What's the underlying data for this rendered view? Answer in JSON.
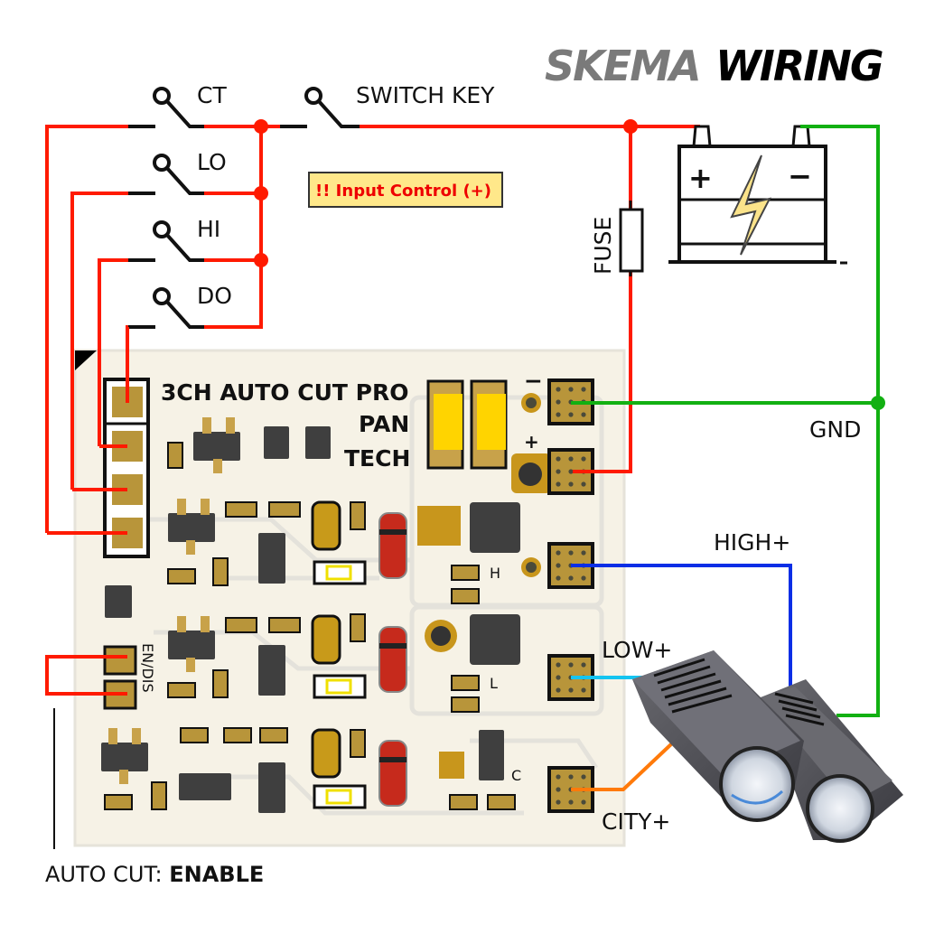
{
  "title": {
    "part1": "SKEMA",
    "part2": "WIRING"
  },
  "switches": [
    {
      "id": "ct",
      "label": "CT"
    },
    {
      "id": "lo",
      "label": "LO"
    },
    {
      "id": "hi",
      "label": "HI"
    },
    {
      "id": "do",
      "label": "DO"
    },
    {
      "id": "key",
      "label": "SWITCH KEY"
    }
  ],
  "note": "!! Input Control (+)",
  "fuse_label": "FUSE",
  "battery": {
    "plus": "+",
    "minus": "−"
  },
  "pcb": {
    "title_line1": "3CH AUTO CUT PRO",
    "title_line2": "PAN",
    "title_line3": "TECH",
    "pin_minus": "−",
    "pin_plus": "+",
    "ch_h": "H",
    "ch_l": "L",
    "ch_c": "C",
    "en_dis": "EN/DIS"
  },
  "outputs": {
    "gnd": "GND",
    "high": "HIGH+",
    "low": "LOW+",
    "city": "CITY+"
  },
  "footer": {
    "prefix": "AUTO CUT: ",
    "value": "ENABLE"
  },
  "wire_colors": {
    "positive": "#ff1a00",
    "ground": "#12b012",
    "high": "#0a2ee6",
    "low": "#14c4f0",
    "city": "#ff7a0a"
  }
}
